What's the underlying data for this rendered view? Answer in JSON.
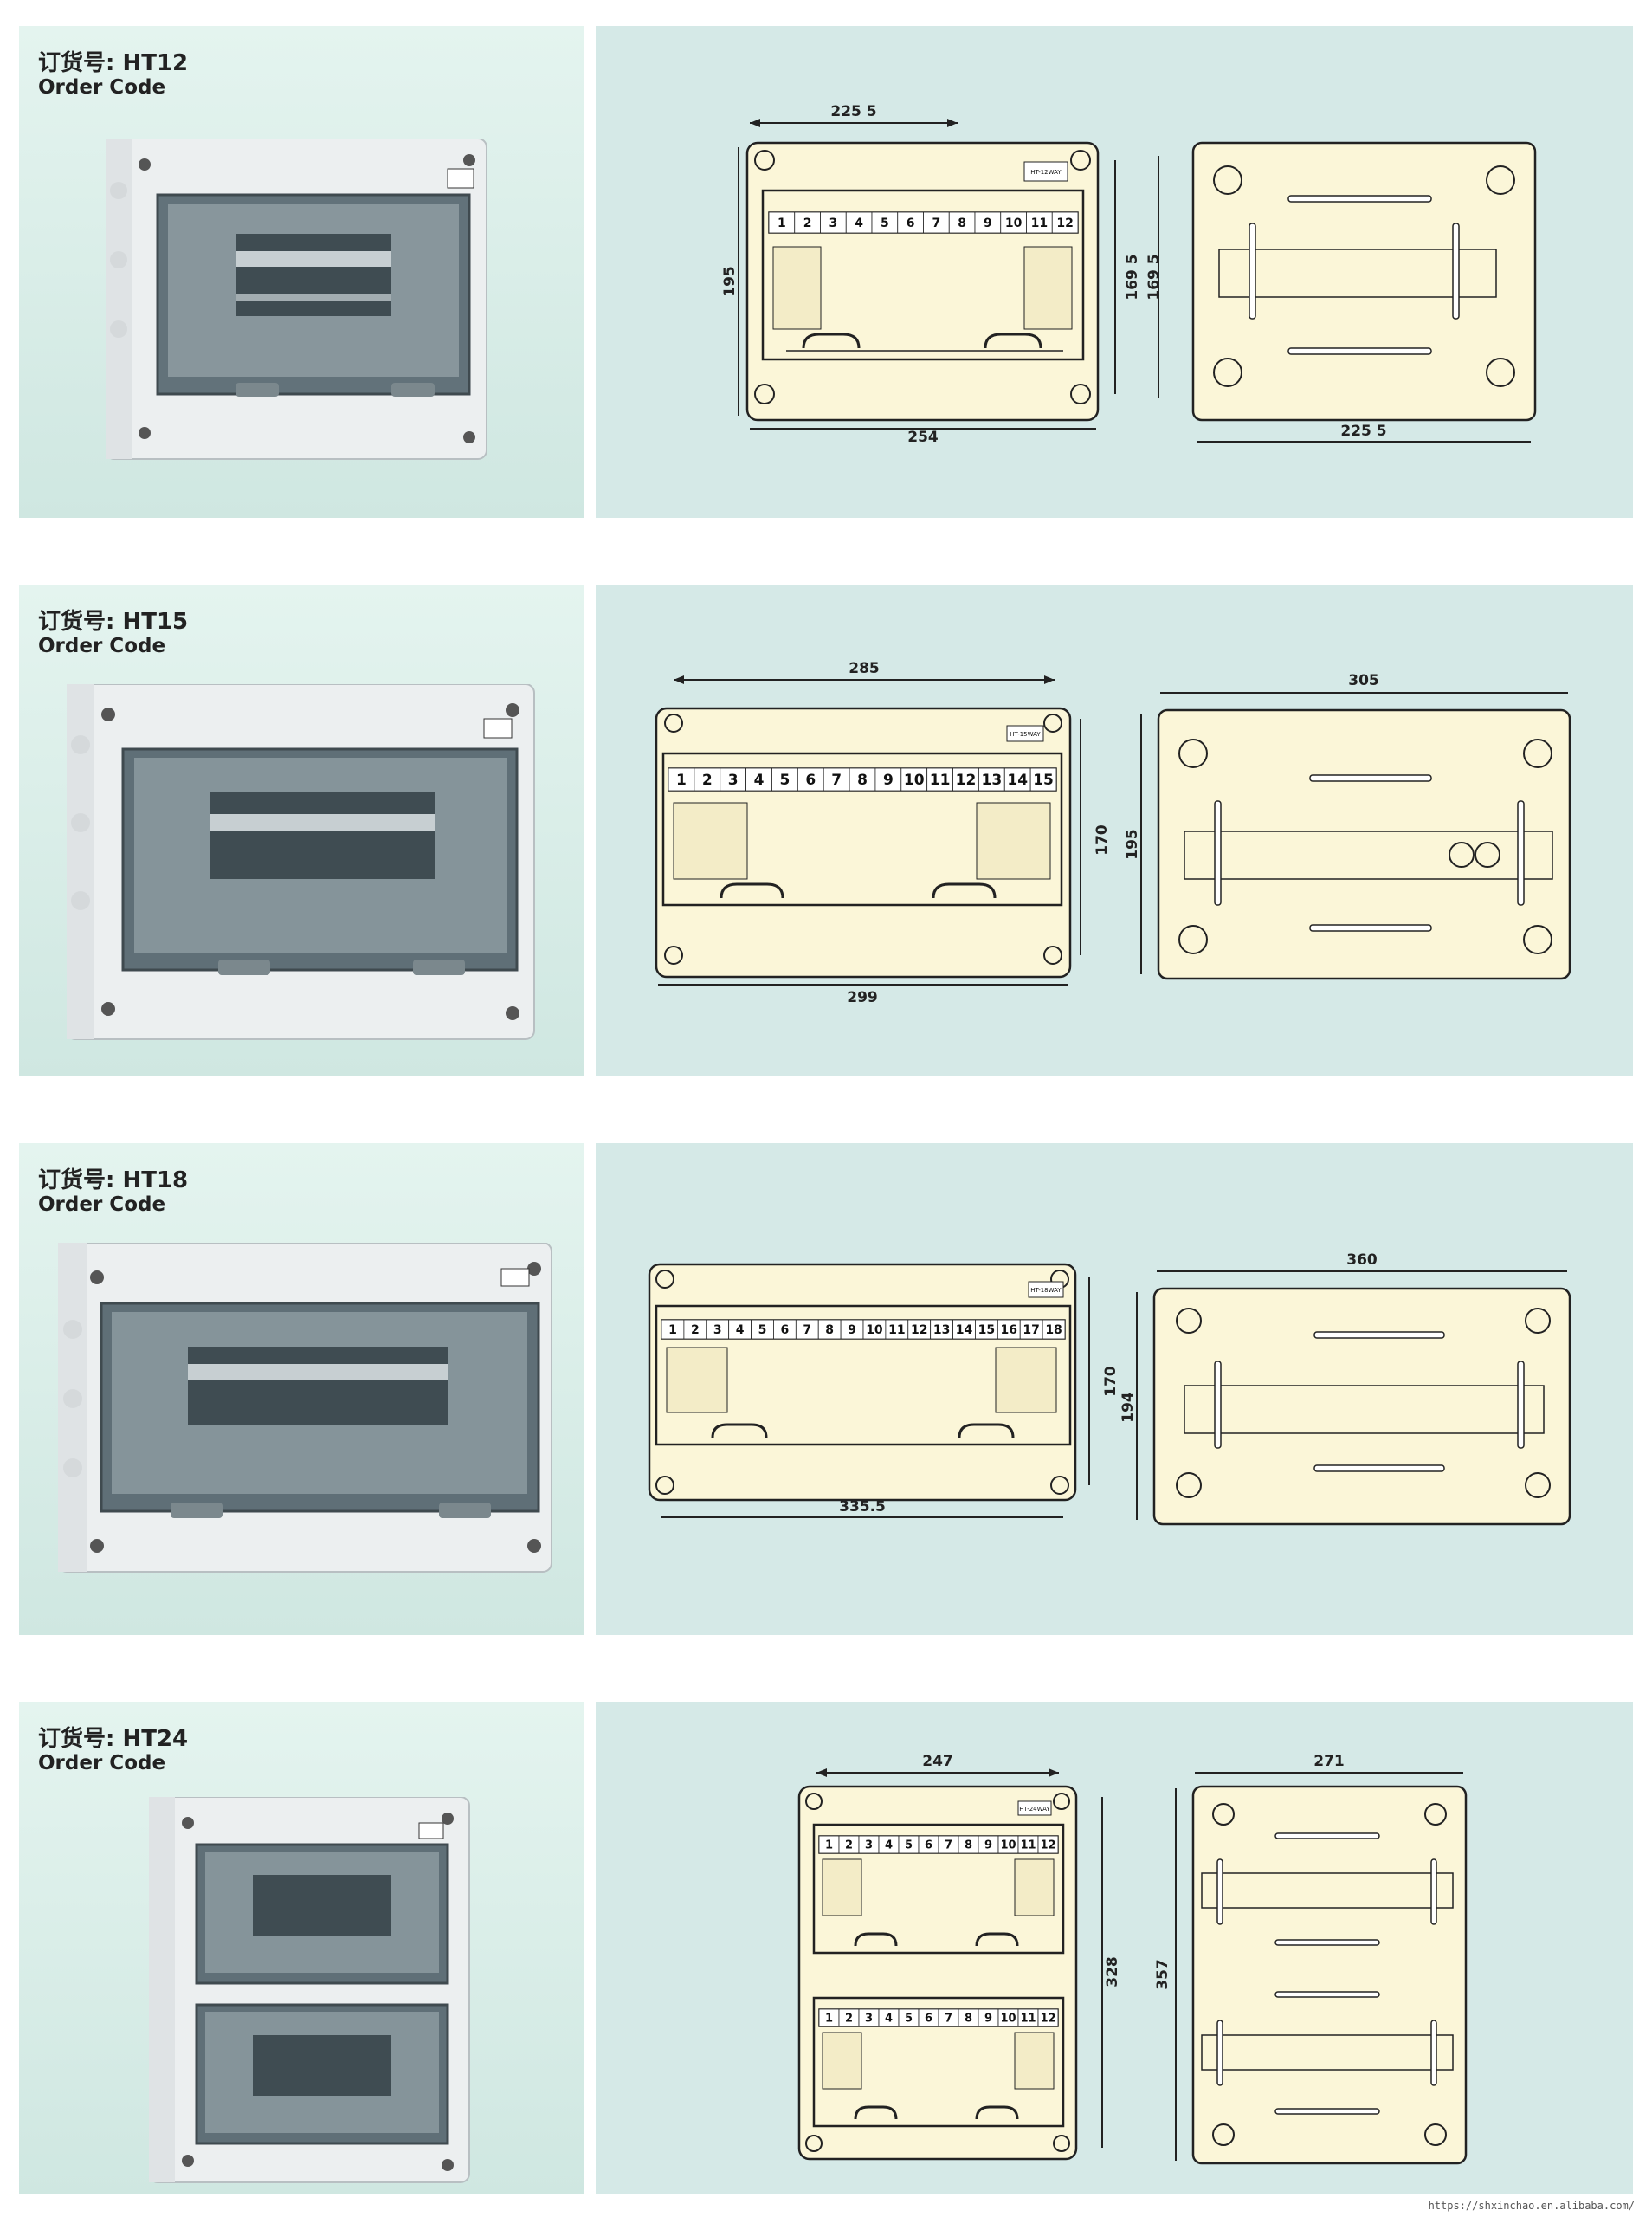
{
  "products": [
    {
      "code_cn": "订货号: HT12",
      "code_en": "Order Code",
      "label_tag": "HT-12WAY",
      "numbers": [
        "1",
        "2",
        "3",
        "4",
        "5",
        "6",
        "7",
        "8",
        "9",
        "10",
        "11",
        "12"
      ],
      "dims": {
        "top_width": "225 5",
        "height": "195",
        "inner_height_a": "169 5",
        "inner_height_b": "169 5",
        "bottom_width": "254",
        "back_width": "225 5"
      }
    },
    {
      "code_cn": "订货号: HT15",
      "code_en": "Order Code",
      "label_tag": "HT-15WAY",
      "numbers": [
        "1",
        "2",
        "3",
        "4",
        "5",
        "6",
        "7",
        "8",
        "9",
        "10",
        "11",
        "12",
        "13",
        "14",
        "15"
      ],
      "dims": {
        "top_width": "285",
        "inner_height": "170",
        "height": "195",
        "bottom_width": "299",
        "back_width": "305"
      }
    },
    {
      "code_cn": "订货号: HT18",
      "code_en": "Order Code",
      "label_tag": "HT-18WAY",
      "numbers": [
        "1",
        "2",
        "3",
        "4",
        "5",
        "6",
        "7",
        "8",
        "9",
        "10",
        "11",
        "12",
        "13",
        "14",
        "15",
        "16",
        "17",
        "18"
      ],
      "dims": {
        "inner_height": "170",
        "height": "194",
        "bottom_width": "335.5",
        "back_width": "360"
      }
    },
    {
      "code_cn": "订货号: HT24",
      "code_en": "Order Code",
      "label_tag": "HT-24WAY",
      "numbers": [
        "1",
        "2",
        "3",
        "4",
        "5",
        "6",
        "7",
        "8",
        "9",
        "10",
        "11",
        "12"
      ],
      "dims": {
        "top_width": "247",
        "inner_height": "328",
        "height": "357",
        "back_width": "271"
      }
    }
  ],
  "footer": "https://shxinchao.en.alibaba.com/",
  "colors": {
    "panel_left": "#d8eee8",
    "panel_right": "#d5e9e7",
    "drawing_fill": "#fbf6d8",
    "line": "#222222"
  }
}
